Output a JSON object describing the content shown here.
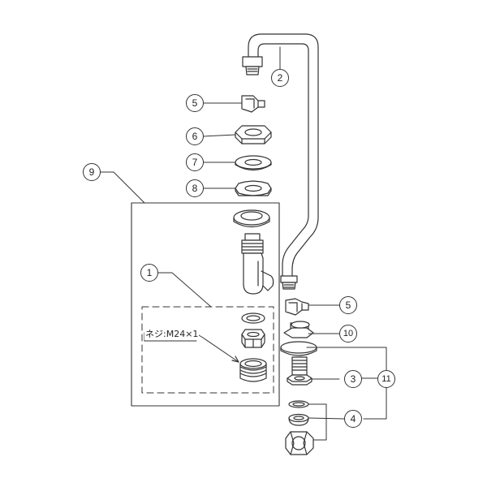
{
  "diagram": {
    "callouts": [
      {
        "id": "c2",
        "label": "2"
      },
      {
        "id": "c5a",
        "label": "5"
      },
      {
        "id": "c6",
        "label": "6"
      },
      {
        "id": "c7",
        "label": "7"
      },
      {
        "id": "c8",
        "label": "8"
      },
      {
        "id": "c9",
        "label": "9"
      },
      {
        "id": "c1",
        "label": "1"
      },
      {
        "id": "c5b",
        "label": "5"
      },
      {
        "id": "c10",
        "label": "10"
      },
      {
        "id": "c3",
        "label": "3"
      },
      {
        "id": "c11",
        "label": "11"
      },
      {
        "id": "c4",
        "label": "4"
      }
    ],
    "thread_note": "ネジ:M24×1"
  }
}
